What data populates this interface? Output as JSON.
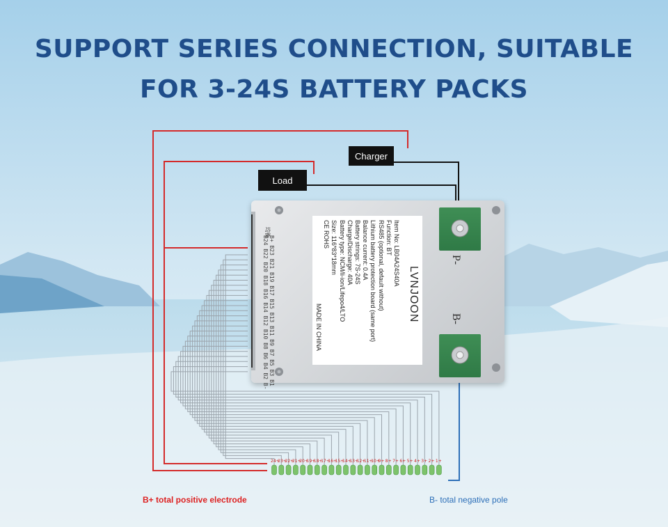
{
  "headline": {
    "line1": "SUPPORT SERIES CONNECTION, SUITABLE",
    "line2": "FOR 3-24S BATTERY PACKS"
  },
  "tags": {
    "charger": "Charger",
    "load": "Load"
  },
  "board": {
    "brand": "LVNJOON",
    "specs": [
      "Item No: LB04A24S40A",
      "Function: BT",
      "RS485 (optional, default without)",
      "Lithium battery protection board (same port)",
      "Balance current: 0.4A",
      "Battery strings: 7S-24S",
      "Charge/Discharge: 40A",
      "Battery type: NCM/li-ion/Lifepo4/LTO",
      "Size: 116*83*18mm",
      "CE ROHS"
    ],
    "made_in": "MADE IN CHINA",
    "pin_row1": "B+  B23  B21 B19 B17 B15 B13 B11 B9 B7 B5 B3 B1",
    "pin_row2": "B24 B22 B20 B18 B16 B14 B12 B10 B8 B6 B4 B2 B-",
    "pin_mark": "均衡",
    "pole_p": "P-",
    "pole_b": "B-"
  },
  "cells": [
    "24+",
    "23+",
    "22+",
    "21+",
    "20+",
    "19+",
    "18+",
    "17+",
    "16+",
    "15+",
    "14+",
    "13+",
    "12+",
    "11+",
    "10+",
    "9+",
    "8+",
    "7+",
    "6+",
    "5+",
    "4+",
    "3+",
    "2+",
    "1+"
  ],
  "legend": {
    "positive": "B+ total positive electrode",
    "negative": "B- total negative pole"
  },
  "colors": {
    "title": "#1f4d8a",
    "positive_wire": "#d42a2a",
    "negative_wire": "#2d6fb8",
    "balance_wire": "#8a939c",
    "cell": "#7dc36b"
  }
}
